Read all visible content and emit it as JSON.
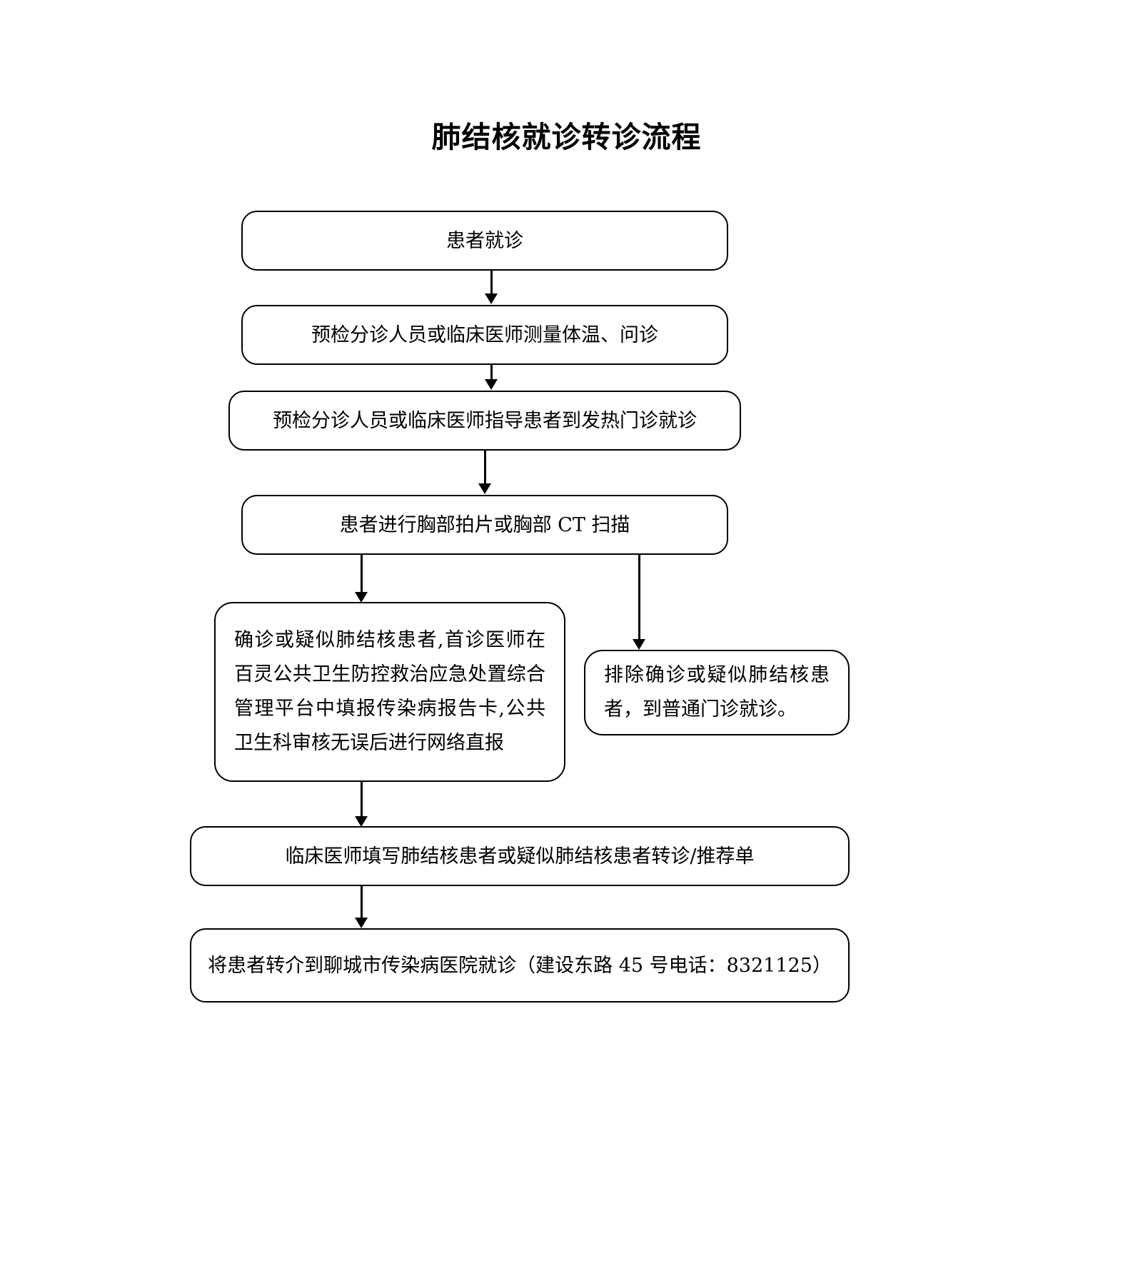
{
  "document": {
    "title": "肺结核就诊转诊流程"
  },
  "chart_data": {
    "type": "flowchart",
    "title": "肺结核就诊转诊流程",
    "orientation": "top-to-bottom",
    "nodes": [
      {
        "id": "patient-visit",
        "label": "患者就诊",
        "shape": "rounded-rect"
      },
      {
        "id": "triage-temp",
        "label": "预检分诊人员或临床医师测量体温、问诊",
        "shape": "rounded-rect"
      },
      {
        "id": "triage-guide",
        "label": "预检分诊人员或临床医师指导患者到发热门诊就诊",
        "shape": "rounded-rect"
      },
      {
        "id": "chest-imaging",
        "label": "患者进行胸部拍片或胸部 CT 扫描",
        "shape": "rounded-rect"
      },
      {
        "id": "confirmed-report",
        "label": "确诊或疑似肺结核患者,首诊医师在百灵公共卫生防控救治应急处置综合管理平台中填报传染病报告卡,公共卫生科审核无误后进行网络直报",
        "shape": "rounded-rect"
      },
      {
        "id": "excluded-general",
        "label": "排除确诊或疑似肺结核患者，到普通门诊就诊。",
        "shape": "rounded-rect"
      },
      {
        "id": "referral-form",
        "label": "临床医师填写肺结核患者或疑似肺结核患者转诊/推荐单",
        "shape": "rounded-rect"
      },
      {
        "id": "transfer-hospital",
        "label": "将患者转介到聊城市传染病医院就诊（建设东路 45 号电话：8321125）",
        "shape": "rounded-rect"
      }
    ],
    "edges": [
      {
        "from": "patient-visit",
        "to": "triage-temp",
        "style": "arrow"
      },
      {
        "from": "triage-temp",
        "to": "triage-guide",
        "style": "arrow"
      },
      {
        "from": "triage-guide",
        "to": "chest-imaging",
        "style": "arrow"
      },
      {
        "from": "chest-imaging",
        "to": "confirmed-report",
        "style": "arrow-branch-left"
      },
      {
        "from": "chest-imaging",
        "to": "excluded-general",
        "style": "arrow-branch-right"
      },
      {
        "from": "confirmed-report",
        "to": "referral-form",
        "style": "arrow"
      },
      {
        "from": "referral-form",
        "to": "transfer-hospital",
        "style": "arrow"
      }
    ],
    "colors": {
      "stroke": "#000000",
      "fill": "#ffffff",
      "text": "#000000"
    }
  }
}
